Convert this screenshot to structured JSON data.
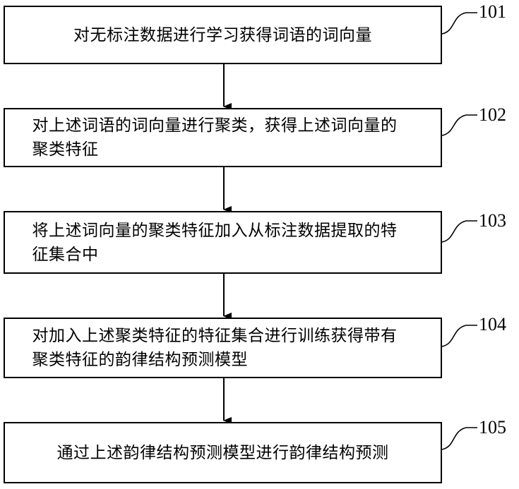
{
  "steps": [
    {
      "number": "101",
      "text": "对无标注数据进行学习获得词语的词向量"
    },
    {
      "number": "102",
      "text": "对上述词语的词向量进行聚类，获得上述词向量的聚类特征"
    },
    {
      "number": "103",
      "text": "将上述词向量的聚类特征加入从标注数据提取的特征集合中"
    },
    {
      "number": "104",
      "text": "对加入上述聚类特征的特征集合进行训练获得带有聚类特征的韵律结构预测模型"
    },
    {
      "number": "105",
      "text": "通过上述韵律结构预测模型进行韵律结构预测"
    }
  ]
}
